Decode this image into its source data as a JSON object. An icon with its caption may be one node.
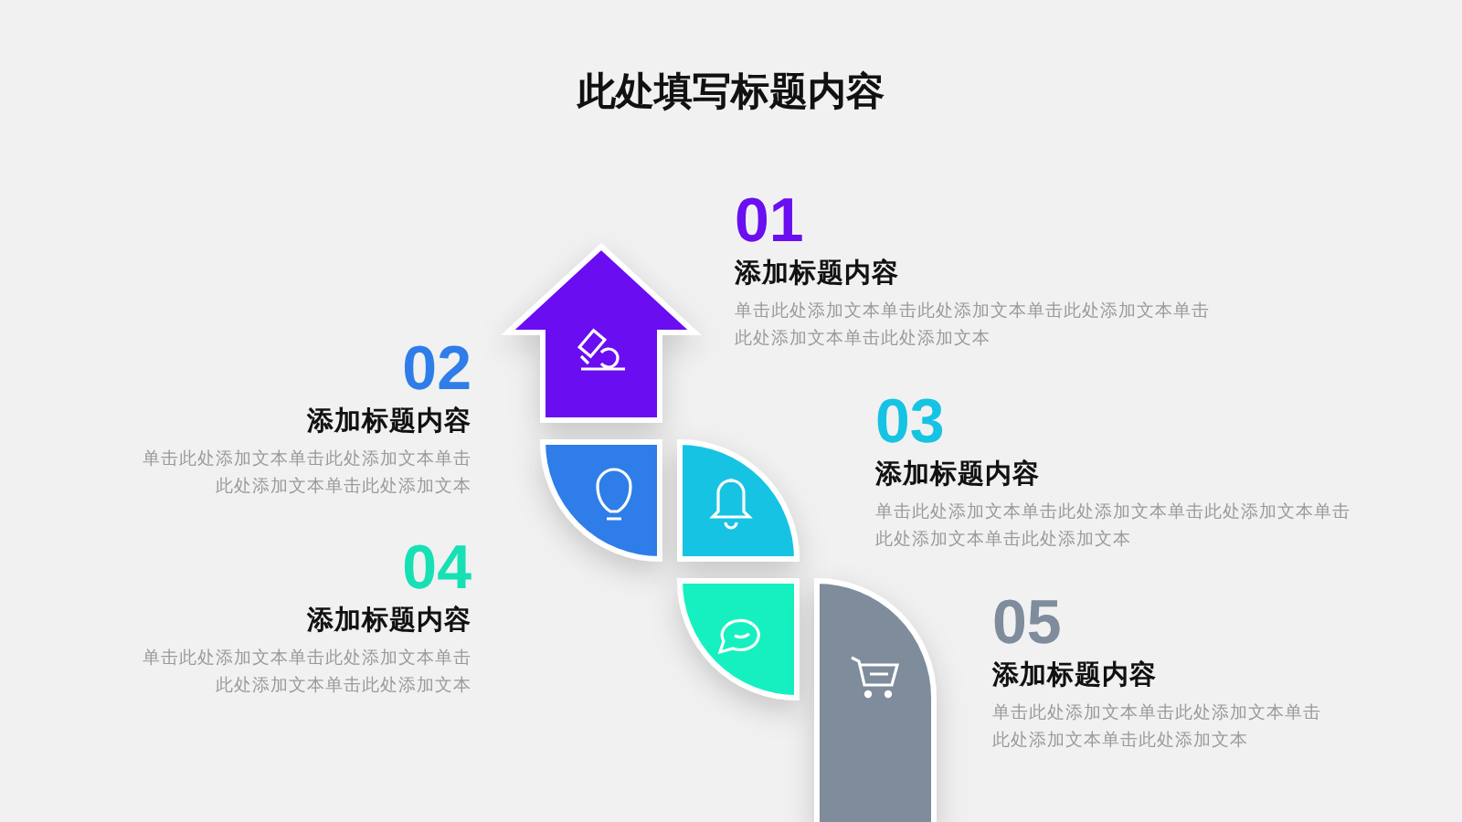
{
  "diagram": {
    "title": "此处填写标题内容",
    "labels": [
      "01",
      "添加标题内容",
      "单击此处添加文本单击此处添加文本单击此处添加文本单击此处添加文本单击此处添加文本",
      "02",
      "添加标题内容",
      "单击此处添加文本单击此处添加文本单击此处添加文本单击此处添加文本",
      "03",
      "添加标题内容",
      "单击此处添加文本单击此处添加文本单击此处添加文本单击此处添加文本单击此处添加文本",
      "04",
      "添加标题内容",
      "单击此处添加文本单击此处添加文本单击此处添加文本单击此处添加文本",
      "05",
      "添加标题内容",
      "单击此处添加文本单击此处添加文本单击此处添加文本单击此处添加文本"
    ]
  }
}
